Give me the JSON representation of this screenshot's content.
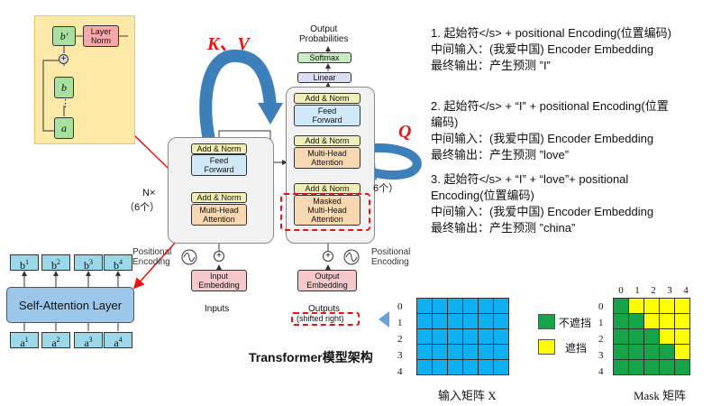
{
  "residual_block": {
    "b_prime": "b′",
    "layer_norm": "Layer\nNorm",
    "plus": "+",
    "b": "b",
    "dots": "⋮",
    "a": "a"
  },
  "encoder": {
    "add_norm_top": "Add & Norm",
    "feed_forward": "Feed\nForward",
    "add_norm_bottom": "Add & Norm",
    "multi_head": "Multi-Head\nAttention",
    "nx": "N×",
    "count": "（6个）",
    "positional_encoding": "Positional\nEncoding",
    "input_embedding": "Input\nEmbedding",
    "inputs": "Inputs"
  },
  "decoder": {
    "output_probabilities": "Output\nProbabilities",
    "softmax": "Softmax",
    "linear": "Linear",
    "add_norm_1": "Add & Norm",
    "feed_forward": "Feed\nForward",
    "add_norm_2": "Add & Norm",
    "multi_head": "Multi-Head\nAttention",
    "add_norm_3": "Add & Norm",
    "masked": "Masked\nMulti-Head\nAttention",
    "count": "6个）",
    "positional_encoding": "Positional\nEncoding",
    "output_embedding": "Output\nEmbedding",
    "outputs": "Outputs",
    "shifted": "(shifted right)"
  },
  "labels": {
    "kv": "K、V",
    "q": "Q",
    "caption": "Transformer模型架构"
  },
  "self_attention": {
    "layer": "Self-Attention Layer",
    "b_sup": [
      "1",
      "2",
      "3",
      "4"
    ],
    "a_sup": [
      "1",
      "2",
      "3",
      "4"
    ],
    "b": "b",
    "a": "a"
  },
  "steps": [
    {
      "l1": "1.   起始符</s> + positional Encoding(位置编码)",
      "l2": "中间输入：(我爱中国)   Encoder  Embedding",
      "l3": "最终输出：产生预测 ”I”"
    },
    {
      "l1": "2.   起始符</s> + “I” + positional Encoding(位置",
      "l1b": "编码)",
      "l2": "中间输入：(我爱中国)   Encoder  Embedding",
      "l3": "最终输出：产生预测 ”love”"
    },
    {
      "l1": "3.   起始符</s> + “I” + “love”+  positional",
      "l1b": "Encoding(位置编码)",
      "l2": "中间输入：(我爱中国)   Encoder  Embedding",
      "l3": "最终输出：产生预测 ”china”"
    }
  ],
  "input_matrix": {
    "row_labels": [
      "0",
      "1",
      "2",
      "3",
      "4"
    ],
    "caption": "输入矩阵 X",
    "color": "#0fb0f0"
  },
  "mask_matrix": {
    "col_labels": [
      "0",
      "1",
      "2",
      "3",
      "4"
    ],
    "row_labels": [
      "0",
      "1",
      "2",
      "3",
      "4"
    ],
    "caption": "Mask 矩阵",
    "legend_unmasked": "不遮挡",
    "legend_masked": "遮挡",
    "green": "#16a34a",
    "yellow": "#ffff00"
  }
}
